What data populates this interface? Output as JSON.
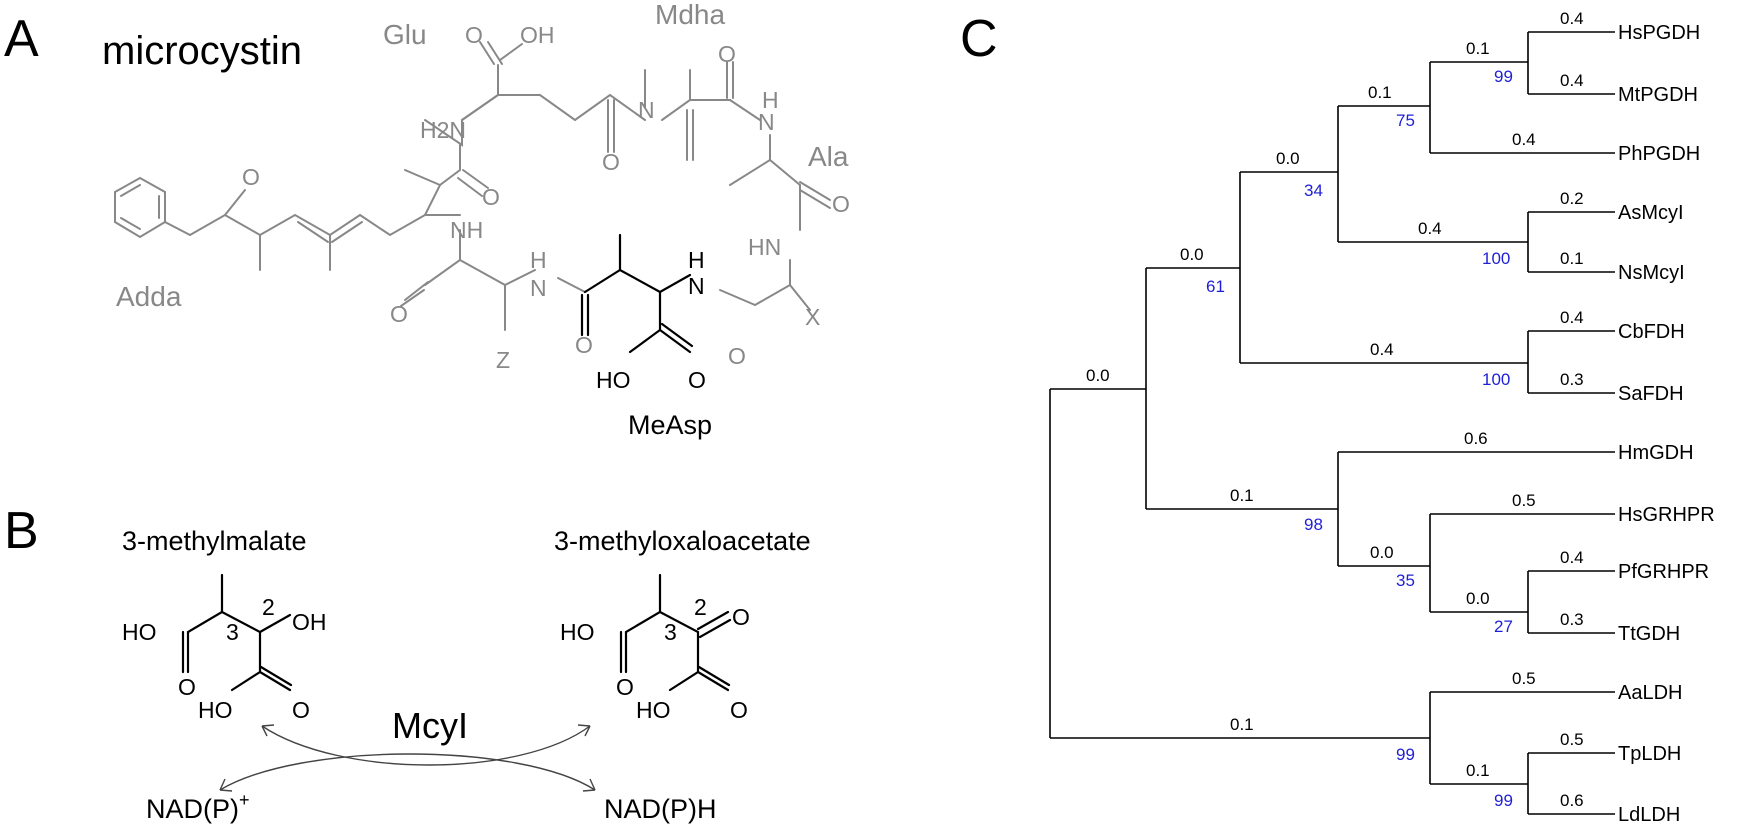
{
  "panels": {
    "a": "A",
    "b": "B",
    "c": "C"
  },
  "panel_a": {
    "title": "microcystin",
    "residues": {
      "glu": "Glu",
      "mdha": "Mdha",
      "ala": "Ala",
      "adda": "Adda",
      "measp": "MeAsp"
    },
    "atoms": {
      "o": "O",
      "oh": "OH",
      "ho": "HO",
      "h2n": "H2N",
      "n": "N",
      "h": "H",
      "nh": "NH",
      "hn": "HN",
      "x": "X",
      "z": "Z"
    }
  },
  "panel_b": {
    "substrate": "3-methylmalate",
    "product": "3-methyloxaloacetate",
    "enzyme": "McyI",
    "cofactor_left": "NAD(P)",
    "cofactor_left_sup": "+",
    "cofactor_right": "NAD(P)H",
    "carbon_labels": {
      "c2": "2",
      "c3": "3"
    },
    "atoms": {
      "ho": "HO",
      "oh": "OH",
      "o": "O"
    }
  },
  "panel_c": {
    "taxa": [
      "HsPGDH",
      "MtPGDH",
      "PhPGDH",
      "AsMcyI",
      "NsMcyI",
      "CbFDH",
      "SaFDH",
      "HmGDH",
      "HsGRHPR",
      "PfGRHPR",
      "TtGDH",
      "AaLDH",
      "TpLDH",
      "LdLDH"
    ],
    "branch_lengths": {
      "HsPGDH": "0.4",
      "MtPGDH": "0.4",
      "PhPGDH": "0.4",
      "AsMcyI": "0.2",
      "NsMcyI": "0.1",
      "CbFDH": "0.4",
      "SaFDH": "0.3",
      "HmGDH": "0.6",
      "HsGRHPR": "0.5",
      "PfGRHPR": "0.4",
      "TtGDH": "0.3",
      "AaLDH": "0.5",
      "TpLDH": "0.5",
      "LdLDH": "0.6",
      "Hs_Mt": "0.1",
      "PGDH": "0.1",
      "McyI": "0.4",
      "PGDH_McyI": "0.0",
      "FDH": "0.4",
      "group1": "0.0",
      "Pf_Tt": "0.0",
      "GRHPR_GDH": "0.0",
      "GDH_GRHPR": "0.1",
      "ingroup": "0.0",
      "Tp_Ld": "0.1",
      "LDH": "0.1"
    },
    "bootstrap": {
      "Hs_Mt": "99",
      "PGDH": "75",
      "PGDH_McyI": "34",
      "McyI": "100",
      "group1": "61",
      "FDH": "100",
      "GDH_GRHPR": "98",
      "GRHPR_GDH": "35",
      "Pf_Tt": "27",
      "LDH": "99",
      "Tp_Ld": "99"
    }
  }
}
